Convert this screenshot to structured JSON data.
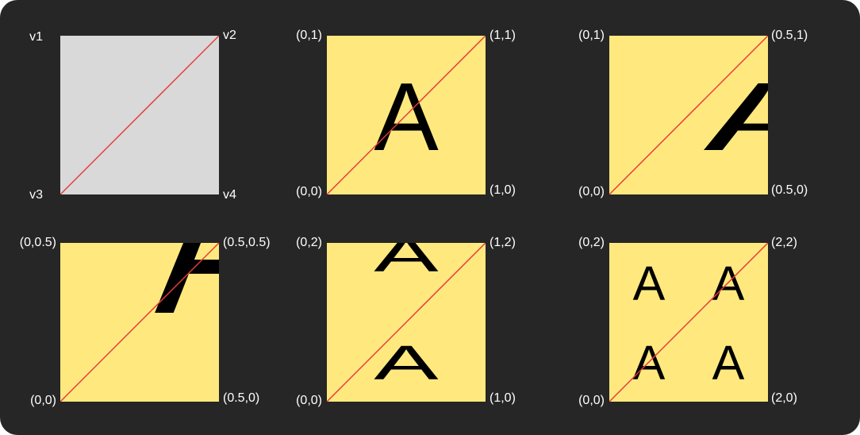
{
  "colors": {
    "background": "#262626",
    "plain_square": "#d9d9d9",
    "texture_square": "#ffe97e",
    "diagonal": "#e83a3a",
    "glyph": "#000000",
    "label": "#ffffff"
  },
  "texture_letter": "A",
  "panels": [
    {
      "tl": "v1",
      "tr": "v2",
      "bl": "v3",
      "br": "v4"
    },
    {
      "tl": "(0,1)",
      "tr": "(1,1)",
      "bl": "(0,0)",
      "br": "(1,0)"
    },
    {
      "tl": "(0,1)",
      "tr": "(0.5,1)",
      "bl": "(0,0)",
      "br": "(0.5,0)"
    },
    {
      "tl": "(0,0.5)",
      "tr": "(0.5,0.5)",
      "bl": "(0,0)",
      "br": "(0.5,0)"
    },
    {
      "tl": "(0,2)",
      "tr": "(1,2)",
      "bl": "(0,0)",
      "br": "(1,0)"
    },
    {
      "tl": "(0,2)",
      "tr": "(2,2)",
      "bl": "(0,0)",
      "br": "(2,0)"
    }
  ]
}
